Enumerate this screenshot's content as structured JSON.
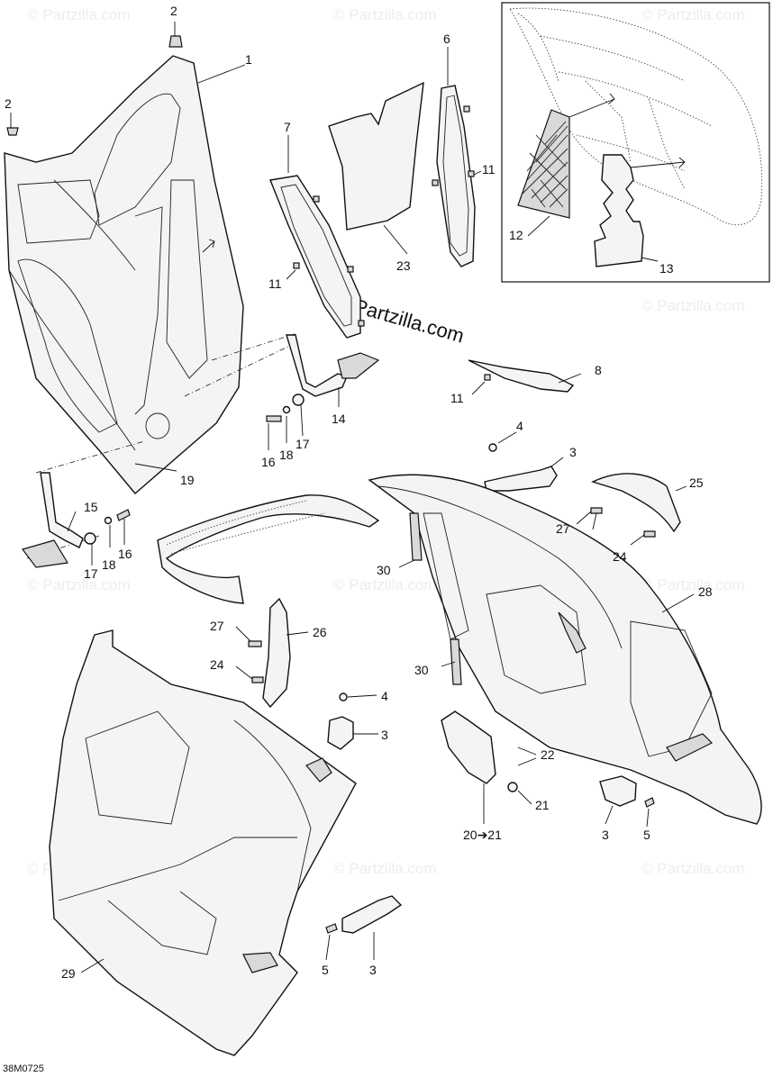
{
  "watermark": {
    "text": "© Partzilla.com",
    "center_text": "© Partzilla.com"
  },
  "drawing_code": "38M0725",
  "callouts": [
    {
      "id": "c1",
      "label": "1"
    },
    {
      "id": "c2a",
      "label": "2"
    },
    {
      "id": "c2b",
      "label": "2"
    },
    {
      "id": "c6",
      "label": "6"
    },
    {
      "id": "c7",
      "label": "7"
    },
    {
      "id": "c11a",
      "label": "11"
    },
    {
      "id": "c11b",
      "label": "11"
    },
    {
      "id": "c11c",
      "label": "11"
    },
    {
      "id": "c23",
      "label": "23"
    },
    {
      "id": "c12",
      "label": "12"
    },
    {
      "id": "c13",
      "label": "13"
    },
    {
      "id": "c8",
      "label": "8"
    },
    {
      "id": "c14",
      "label": "14"
    },
    {
      "id": "c16a",
      "label": "16"
    },
    {
      "id": "c18a",
      "label": "18"
    },
    {
      "id": "c17a",
      "label": "17"
    },
    {
      "id": "c19",
      "label": "19"
    },
    {
      "id": "c15",
      "label": "15"
    },
    {
      "id": "c17b",
      "label": "17"
    },
    {
      "id": "c18b",
      "label": "18"
    },
    {
      "id": "c16b",
      "label": "16"
    },
    {
      "id": "c4a",
      "label": "4"
    },
    {
      "id": "c3a",
      "label": "3"
    },
    {
      "id": "c25",
      "label": "25"
    },
    {
      "id": "c27a",
      "label": "27"
    },
    {
      "id": "c24a",
      "label": "24"
    },
    {
      "id": "c30a",
      "label": "30"
    },
    {
      "id": "c28",
      "label": "28"
    },
    {
      "id": "c27b",
      "label": "27"
    },
    {
      "id": "c26",
      "label": "26"
    },
    {
      "id": "c24b",
      "label": "24"
    },
    {
      "id": "c30b",
      "label": "30"
    },
    {
      "id": "c4b",
      "label": "4"
    },
    {
      "id": "c3b",
      "label": "3"
    },
    {
      "id": "c22",
      "label": "22"
    },
    {
      "id": "c21",
      "label": "21"
    },
    {
      "id": "c20",
      "label": "20➔21"
    },
    {
      "id": "c3c",
      "label": "3"
    },
    {
      "id": "c5a",
      "label": "5"
    },
    {
      "id": "c29",
      "label": "29"
    },
    {
      "id": "c5b",
      "label": "5"
    },
    {
      "id": "c3d",
      "label": "3"
    }
  ]
}
